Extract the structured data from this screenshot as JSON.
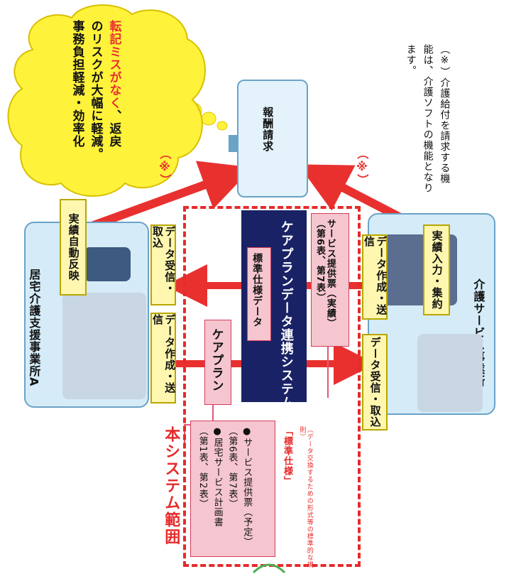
{
  "cloud": {
    "emphasis": "転記ミスがなく",
    "line1_rest": "、返戻",
    "line2": "のリスクが大幅に軽減。",
    "line3": "事務負担軽減・効率化"
  },
  "billing": {
    "label": "報酬請求"
  },
  "asterisk_note": "（※）介護給付を請求する機能は、介護ソフトの機能となります。",
  "asterisk_mark": "（※）",
  "office_a": {
    "title": "居宅介護支援事業所A",
    "auto_reflect": "実績自動反映",
    "receive": "データ受信・取込",
    "create_send": "データ作成・送信"
  },
  "office_b": {
    "title": "介護サービス事業所B",
    "input_total": "実績入力・集約",
    "create_send": "データ作成・送信",
    "receive": "データ受信・取込"
  },
  "system": {
    "name": "ケアプランデータ連携システム",
    "spec": "標準仕様データ",
    "careplan": "ケアプラン",
    "service_record": "サービス提供票（実績）\n（第6表、第7表）"
  },
  "scope": {
    "title": "本システム範囲",
    "items": "●サービス提供票（予定）\n（第6表、第7表）\n●居宅サービス計画書\n（第1表、第2表）",
    "standard": "「標準仕様」",
    "standard_note": "（データ交換するための形式等の標準的な規則）"
  },
  "colors": {
    "arrow": "#e8312f",
    "scope_border": "#e62a2a",
    "system_bg": "#1a2266",
    "cloud": "#fff23a",
    "office": "#d5ecf8"
  }
}
